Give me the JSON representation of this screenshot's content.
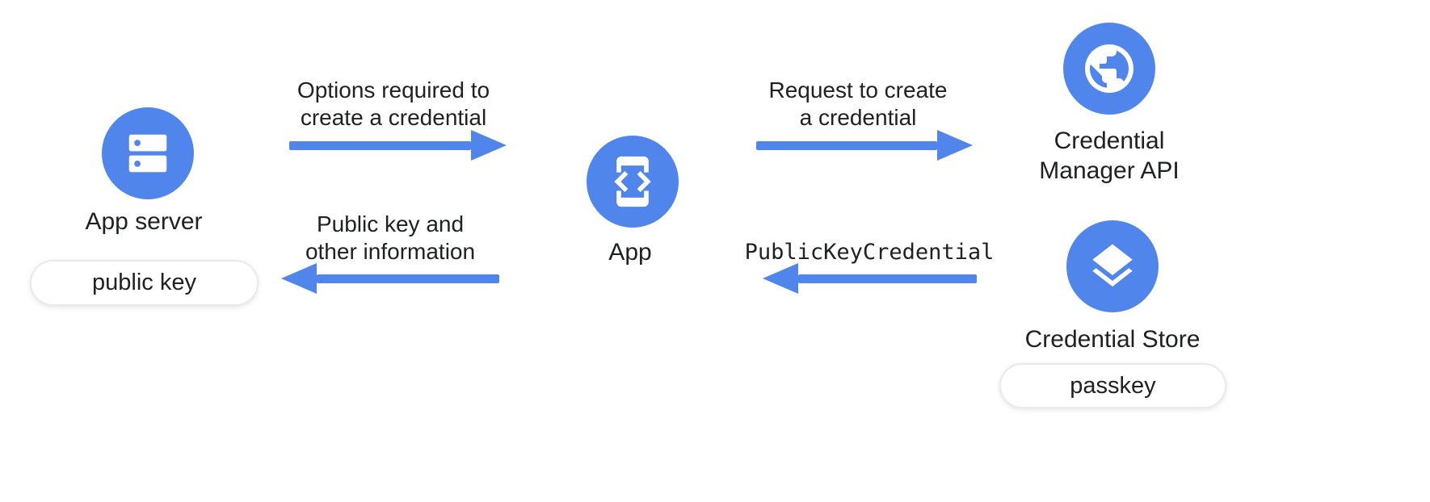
{
  "colors": {
    "blue": "#5086EC",
    "text": "#202124",
    "pill_border": "#E8EAED",
    "background": "#FFFFFF"
  },
  "nodes": {
    "app_server": {
      "label": "App server",
      "badge": "public key",
      "icon": "server-icon"
    },
    "app": {
      "label": "App",
      "icon": "phone-code-icon"
    },
    "credential_manager_api": {
      "label_line1": "Credential",
      "label_line2": "Manager API",
      "icon": "globe-icon"
    },
    "credential_store": {
      "label": "Credential Store",
      "badge": "passkey",
      "icon": "layers-icon"
    }
  },
  "arrows": {
    "options_to_app": {
      "label_line1": "Options required to",
      "label_line2": "create a credential",
      "direction": "right"
    },
    "public_key_to_server": {
      "label_line1": "Public key and",
      "label_line2": "other information",
      "direction": "left"
    },
    "request_to_api": {
      "label_line1": "Request to create",
      "label_line2": "a credential",
      "direction": "right"
    },
    "credential_to_app": {
      "label": "PublicKeyCredential",
      "direction": "left"
    }
  }
}
